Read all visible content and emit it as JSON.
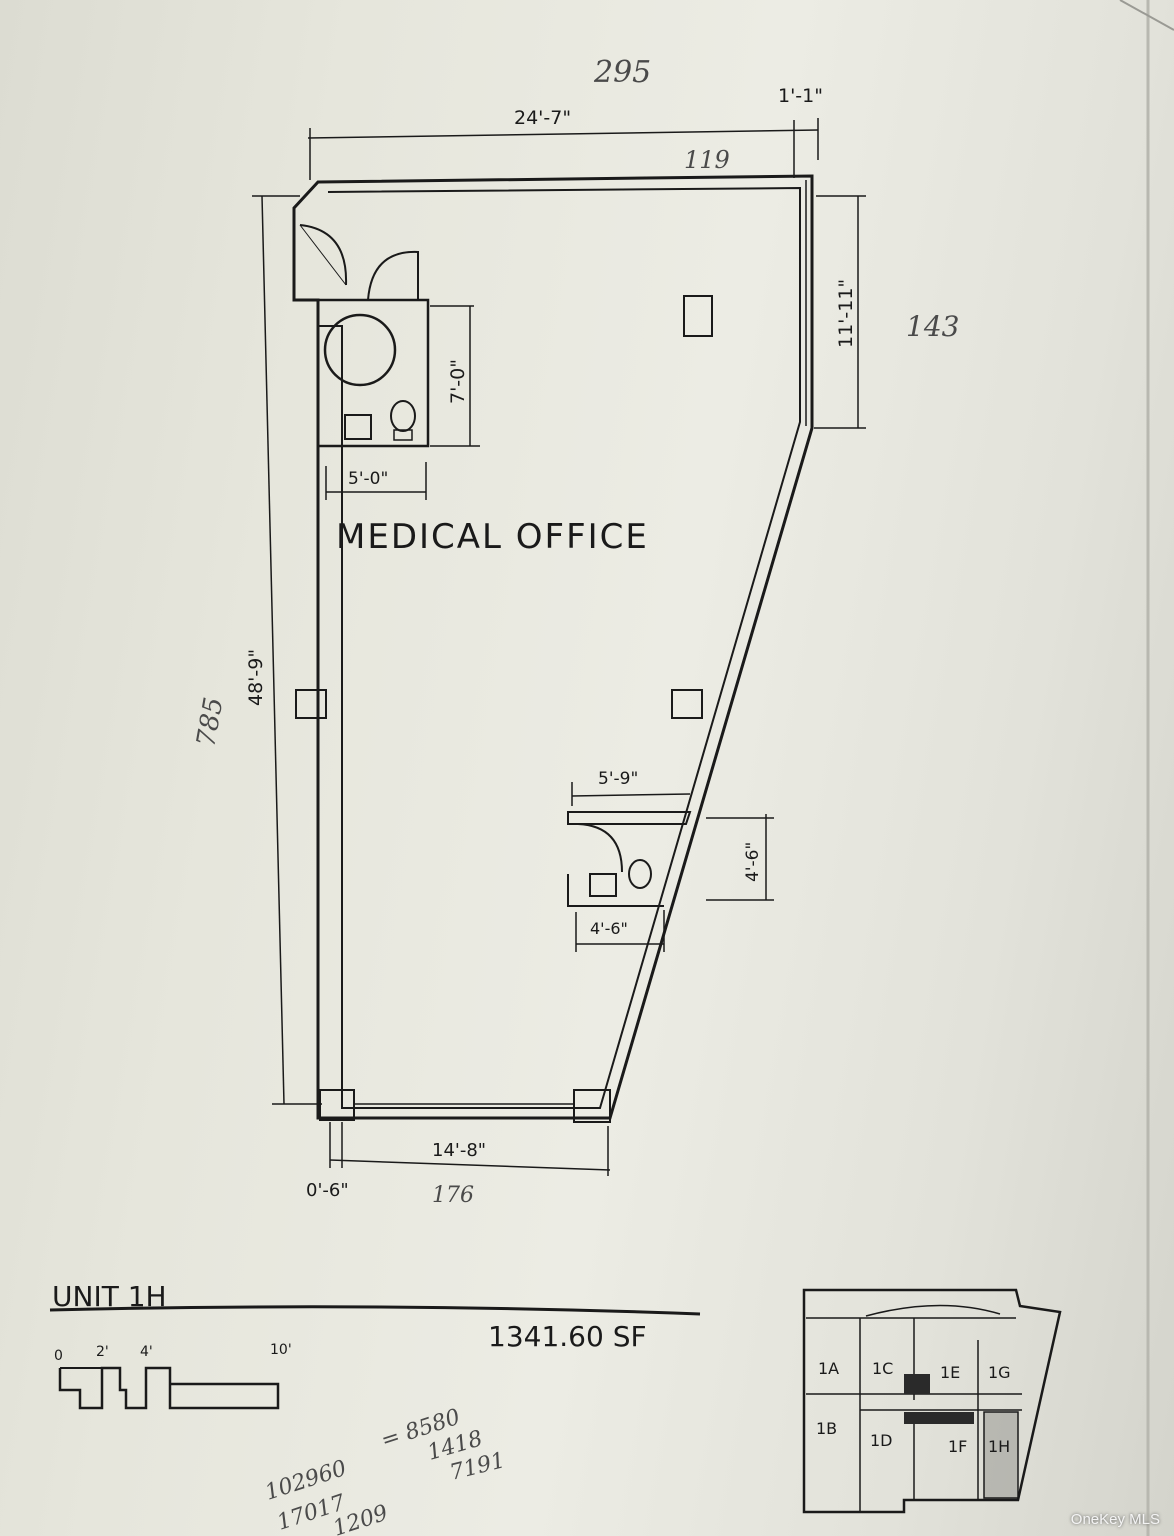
{
  "plan": {
    "room_label": "MEDICAL OFFICE",
    "dims": {
      "top_width": "24'-7\"",
      "top_small": "1'-1\"",
      "right_height": "11'-11\"",
      "left_height": "48'-9\"",
      "bath_height": "7'-0\"",
      "bath_width": "5'-0\"",
      "small_bath_top": "5'-9\"",
      "small_bath_height": "4'-6\"",
      "small_bath_width": "4'-6\"",
      "bottom_width": "14'-8\"",
      "bottom_small": "0'-6\""
    },
    "handwritten": {
      "top": "295",
      "top_inner": "119",
      "right": "143",
      "left": "785",
      "bottom": "176",
      "calc_right_1": "= 8580",
      "calc_right_2": "1418",
      "calc_right_3": "7191",
      "calc_left_1": "102960",
      "calc_left_2": "17017",
      "calc_left_3": "1209"
    }
  },
  "unit": {
    "title": "UNIT 1H",
    "area": "1341.60 SF"
  },
  "scale": {
    "labels": [
      "0",
      "2'",
      "4'",
      "10'"
    ]
  },
  "keyplan": {
    "units": [
      "1A",
      "1C",
      "1E",
      "1G",
      "1B",
      "1D",
      "1F",
      "1H"
    ]
  },
  "watermark": "OneKey MLS"
}
